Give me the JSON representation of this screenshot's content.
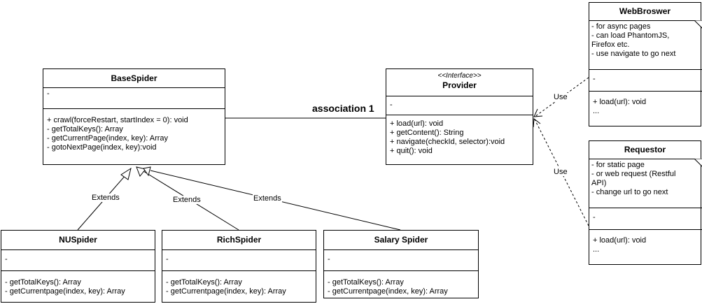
{
  "base_spider": {
    "name": "BaseSpider",
    "attributes": "-",
    "methods": [
      "+ crawl(forceRestart, startIndex = 0): void",
      "- getTotalKeys(): Array",
      "- getCurrentPage(index, key): Array",
      "- gotoNextPage(index, key):void"
    ]
  },
  "provider": {
    "stereotype": "<<Interface>>",
    "name": "Provider",
    "attributes": "-",
    "methods": [
      "+ load(url): void",
      "+ getContent(): String",
      "+ navigate(checkId, selector):void",
      "+ quit(): void"
    ]
  },
  "web_browser": {
    "name": "WebBroswer",
    "notes": [
      "- for async pages",
      "- can load PhantomJS,",
      "Firefox etc.",
      "- use navigate to go next"
    ],
    "attributes": "-",
    "methods": [
      "+ load(url): void",
      "..."
    ]
  },
  "requestor": {
    "name": "Requestor",
    "notes": [
      "- for static page",
      "- or web request (Restful",
      "API)",
      "- change url to go next"
    ],
    "attributes": "-",
    "methods": [
      "+ load(url): void",
      "..."
    ]
  },
  "nu_spider": {
    "name": "NUSpider",
    "attributes": "-",
    "methods": [
      "- getTotalKeys(): Array",
      "- getCurrentpage(index, key): Array"
    ]
  },
  "rich_spider": {
    "name": "RichSpider",
    "attributes": "-",
    "methods": [
      "- getTotalKeys(): Array",
      "- getCurrentpage(index, key): Array"
    ]
  },
  "salary_spider": {
    "name": "Salary Spider",
    "attributes": "-",
    "methods": [
      "- getTotalKeys(): Array",
      "- getCurrentpage(index, key): Array"
    ]
  },
  "labels": {
    "association": "association 1",
    "use_web": "Use",
    "use_req": "Use",
    "extends_nu": "Extends",
    "extends_rich": "Extends",
    "extends_salary": "Extends"
  }
}
